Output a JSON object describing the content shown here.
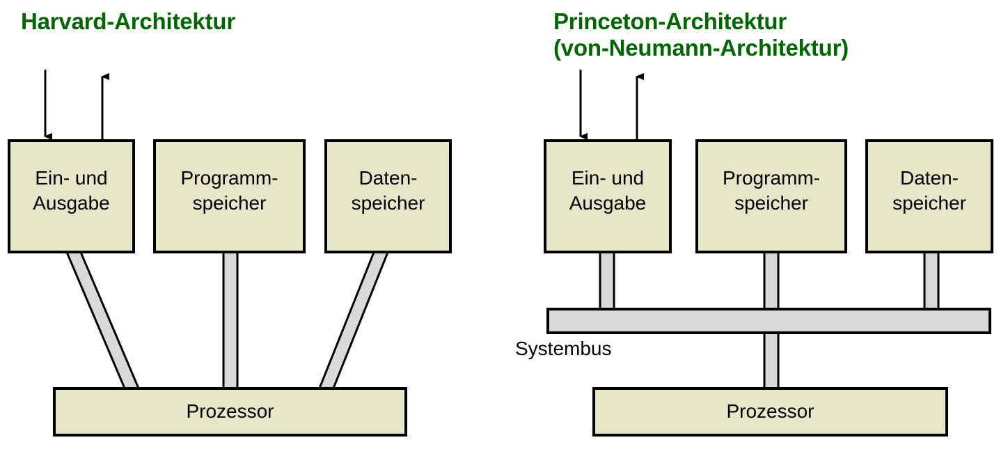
{
  "figure": {
    "background": "#ffffff",
    "box_fill": "#e6e6c8",
    "box_stroke": "#000000",
    "bus_fill": "#d9d9d9",
    "bus_stroke": "#000000",
    "title_color": "#006600",
    "text_color": "#000000"
  },
  "left_diagram": {
    "title": "Harvard-Architektur",
    "boxes": {
      "io": "Ein- und\nAusgabe",
      "program_memory": "Programm-\nspeicher",
      "data_memory": "Daten-\nspeicher",
      "processor": "Prozessor"
    },
    "arrows": {
      "input_arrow": "arrow-down",
      "output_arrow": "arrow-up"
    },
    "connections": [
      "io-to-prozessor",
      "programmspeicher-to-prozessor",
      "datenspeicher-to-prozessor"
    ]
  },
  "right_diagram": {
    "title": "Princeton-Architektur\n(von-Neumann-Architektur)",
    "title_line1": "Princeton-Architektur",
    "title_line2": "(von-Neumann-Architektur)",
    "boxes": {
      "io": "Ein- und\nAusgabe",
      "program_memory": "Programm-\nspeicher",
      "data_memory": "Daten-\nspeicher",
      "processor": "Prozessor"
    },
    "bus_label": "Systembus",
    "arrows": {
      "input_arrow": "arrow-down",
      "output_arrow": "arrow-up"
    },
    "connections": [
      "io-to-systembus",
      "programmspeicher-to-systembus",
      "datenspeicher-to-systembus",
      "systembus-to-prozessor"
    ]
  }
}
